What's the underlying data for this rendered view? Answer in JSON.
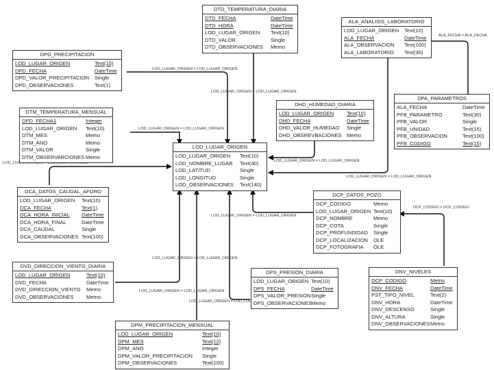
{
  "tables": {
    "dtd": {
      "title": "DTD_TEMPERATURA_DIARIA",
      "rows": [
        {
          "f": "DTD_FECHA",
          "t": "DateTime",
          "pk": true
        },
        {
          "f": "DTD_HORA",
          "t": "DateTime",
          "pk": true
        },
        {
          "f": "LOD_LUGAR_ORIGEN",
          "t": "Text(10)",
          "pk": false
        },
        {
          "f": "DTD_VALOR",
          "t": "Single",
          "pk": false
        },
        {
          "f": "DTD_OBSERVACIONES",
          "t": "Memo",
          "pk": false
        }
      ]
    },
    "ala": {
      "title": "ALA_ANALISIS_LABORATORIO",
      "rows": [
        {
          "f": "LOD_LUGAR_ORIGEN",
          "t": "Text(10)",
          "pk": false
        },
        {
          "f": "ALA_FECHA",
          "t": "DateTime",
          "pk": true
        },
        {
          "f": "ALA_OBSERVACION",
          "t": "Text(100)",
          "pk": false
        },
        {
          "f": "ALA_LABORATORIO",
          "t": "Text(30)",
          "pk": false
        }
      ]
    },
    "dpd": {
      "title": "DPD_PRECIPITACION",
      "rows": [
        {
          "f": "LOD_LUGAR_ORIGEN",
          "t": "Text(10)",
          "pk": true
        },
        {
          "f": "DPD_FECHA",
          "t": "DateTime",
          "pk": true
        },
        {
          "f": "DPD_VALOR_PRECIPITACION",
          "t": "Single",
          "pk": false
        },
        {
          "f": "DPD_OBSERVACIONES",
          "t": "Text(1)",
          "pk": false
        }
      ]
    },
    "dpa": {
      "title": "DPA_PARAMETROS",
      "rows": [
        {
          "f": "ALA_FECHA",
          "t": "DateTime",
          "pk": false
        },
        {
          "f": "PFB_PARAMETRO",
          "t": "Text(30)",
          "pk": false
        },
        {
          "f": "PFB_VALOR",
          "t": "Single",
          "pk": false
        },
        {
          "f": "PFB_UNIDAD",
          "t": "Text(15)",
          "pk": false
        },
        {
          "f": "PFB_OBSERVACION",
          "t": "Text(100)",
          "pk": false
        },
        {
          "f": "PFB_CODIGO",
          "t": "Text(15)",
          "pk": true
        }
      ]
    },
    "dtm": {
      "title": "DTM_TEMPERATURA_MENSUAL",
      "rows": [
        {
          "f": "DPD_FECHA1",
          "t": "Integer",
          "pk": true
        },
        {
          "f": "LOD_LUGAR_ORIGEN",
          "t": "Text(10)",
          "pk": false
        },
        {
          "f": "DTM_MES",
          "t": "Memo",
          "pk": false
        },
        {
          "f": "DTM_ANO",
          "t": "Memo",
          "pk": false
        },
        {
          "f": "DTM_VALOR",
          "t": "Single",
          "pk": false
        },
        {
          "f": "DTM_OBSERVARCIONES",
          "t": "Memo",
          "pk": false
        }
      ]
    },
    "dhd": {
      "title": "DHD_HUMEDAD_DIARIA",
      "rows": [
        {
          "f": "LOD_LUGAR_ORIGEN",
          "t": "Text(10)",
          "pk": true
        },
        {
          "f": "DHD_FECHA",
          "t": "DateTime",
          "pk": true
        },
        {
          "f": "DHD_VALOR_HUMEDAD",
          "t": "Single",
          "pk": false
        },
        {
          "f": "DHD_OBSREVBACIONES",
          "t": "Memo",
          "pk": false
        }
      ]
    },
    "lod": {
      "title": "LOD_LUGAR_ORIGEN",
      "rows": [
        {
          "f": "LOD_LUGAR_ORIGEN",
          "t": "Text(10)",
          "pk": false
        },
        {
          "f": "LOD_NOMBRE_LUGAR",
          "t": "Text(40)",
          "pk": false
        },
        {
          "f": "LOD_LATITUD",
          "t": "Single",
          "pk": false
        },
        {
          "f": "LOD_LONGITUD",
          "t": "Single",
          "pk": false
        },
        {
          "f": "LOD_OBSERVACIONES",
          "t": "Text(140)",
          "pk": false
        }
      ]
    },
    "dca": {
      "title": "DCA_DATOS_CAUDAL_AFORO",
      "rows": [
        {
          "f": "LOD_LUGAR_ORIGEN",
          "t": "Text(10)",
          "pk": false
        },
        {
          "f": "DCA_FECHA",
          "t": "Text(1)",
          "pk": true
        },
        {
          "f": "DCA_HORA_INICIAL",
          "t": "DateTime",
          "pk": true
        },
        {
          "f": "DCA_HORA_FINAL",
          "t": "DateTime",
          "pk": false
        },
        {
          "f": "DCA_CAUDAL",
          "t": "Single",
          "pk": false
        },
        {
          "f": "DCA_OBSERVACIONES",
          "t": "Text(100)",
          "pk": false
        }
      ]
    },
    "dcp": {
      "title": "DCP_DATOS_POZO",
      "rows": [
        {
          "f": "DCP_CODIGO",
          "t": "Memo",
          "pk": false
        },
        {
          "f": "LOD_LUGAR_ORIGEN",
          "t": "Text(10)",
          "pk": false
        },
        {
          "f": "DCP_NOMBRE",
          "t": "Memo",
          "pk": false
        },
        {
          "f": "DCP_COTA",
          "t": "Single",
          "pk": false
        },
        {
          "f": "DCP_PROFUNDIDAD",
          "t": "Single",
          "pk": false
        },
        {
          "f": "DCP_LOCALIZACION",
          "t": "OLE",
          "pk": false
        },
        {
          "f": "DCP_FOTOGRAFIA",
          "t": "OLE",
          "pk": false
        }
      ]
    },
    "dvd": {
      "title": "DVD_DIRECCION_VIENTO_DIARIA",
      "rows": [
        {
          "f": "LOD_LUGAR_ORIGEN",
          "t": "Text(10)",
          "pk": true
        },
        {
          "f": "DVD_FECHA",
          "t": "DateTime",
          "pk": false
        },
        {
          "f": "DVD_DIRECCION_VIENTO",
          "t": "Memo",
          "pk": false
        },
        {
          "f": "DVD_OBSERVACIONES",
          "t": "Memo",
          "pk": false
        }
      ]
    },
    "dps": {
      "title": "DPS_PRESION_DIARIA",
      "rows": [
        {
          "f": "LOD_LUGAR_ORIGEN",
          "t": "Text(10)",
          "pk": false
        },
        {
          "f": "DPS_FECHA",
          "t": "DateTime",
          "pk": true
        },
        {
          "f": "DPS_VALOR_PRESION",
          "t": "Single",
          "pk": false
        },
        {
          "f": "DPS_OBSERVACIONES",
          "t": "Memo",
          "pk": false
        }
      ]
    },
    "dnv": {
      "title": "DNV_NIVELES",
      "rows": [
        {
          "f": "DCP_CODIGO",
          "t": "Memo",
          "pk": true
        },
        {
          "f": "DNV_FECHA",
          "t": "DateTime",
          "pk": true
        },
        {
          "f": "PST_TIPO_NIVEL",
          "t": "Text(2)",
          "pk": false
        },
        {
          "f": "DNV_HORA",
          "t": "DateTime",
          "pk": false
        },
        {
          "f": "DNV_DESCENSO",
          "t": "Single",
          "pk": false
        },
        {
          "f": "DNV_ALTURA",
          "t": "Single",
          "pk": false
        },
        {
          "f": "DNV_OBSERVACIONES",
          "t": "Memo",
          "pk": false
        }
      ]
    },
    "dpm": {
      "title": "DPM_PRECIPITACION_MENSUAL",
      "rows": [
        {
          "f": "LOD_LUGAR_ORIGEN",
          "t": "Text(10)",
          "pk": true
        },
        {
          "f": "DPM_MES",
          "t": "Text(12)",
          "pk": true
        },
        {
          "f": "DPM_ANO",
          "t": "Integer",
          "pk": false
        },
        {
          "f": "DPM_VALOR_PRECIPITACION",
          "t": "Single",
          "pk": false
        },
        {
          "f": "DPM_OBSERVACIONES",
          "t": "Text(100)",
          "pk": false
        }
      ]
    }
  },
  "relationships": {
    "lod_join": "LOD_LUGAR_ORIGEN = LOD_LUGAR_ORIGEN",
    "ala_join": "ALA_FECHA = ALA_FECHA",
    "dcp_join": "DCP_CODIGO = DCP_CODIGO"
  }
}
